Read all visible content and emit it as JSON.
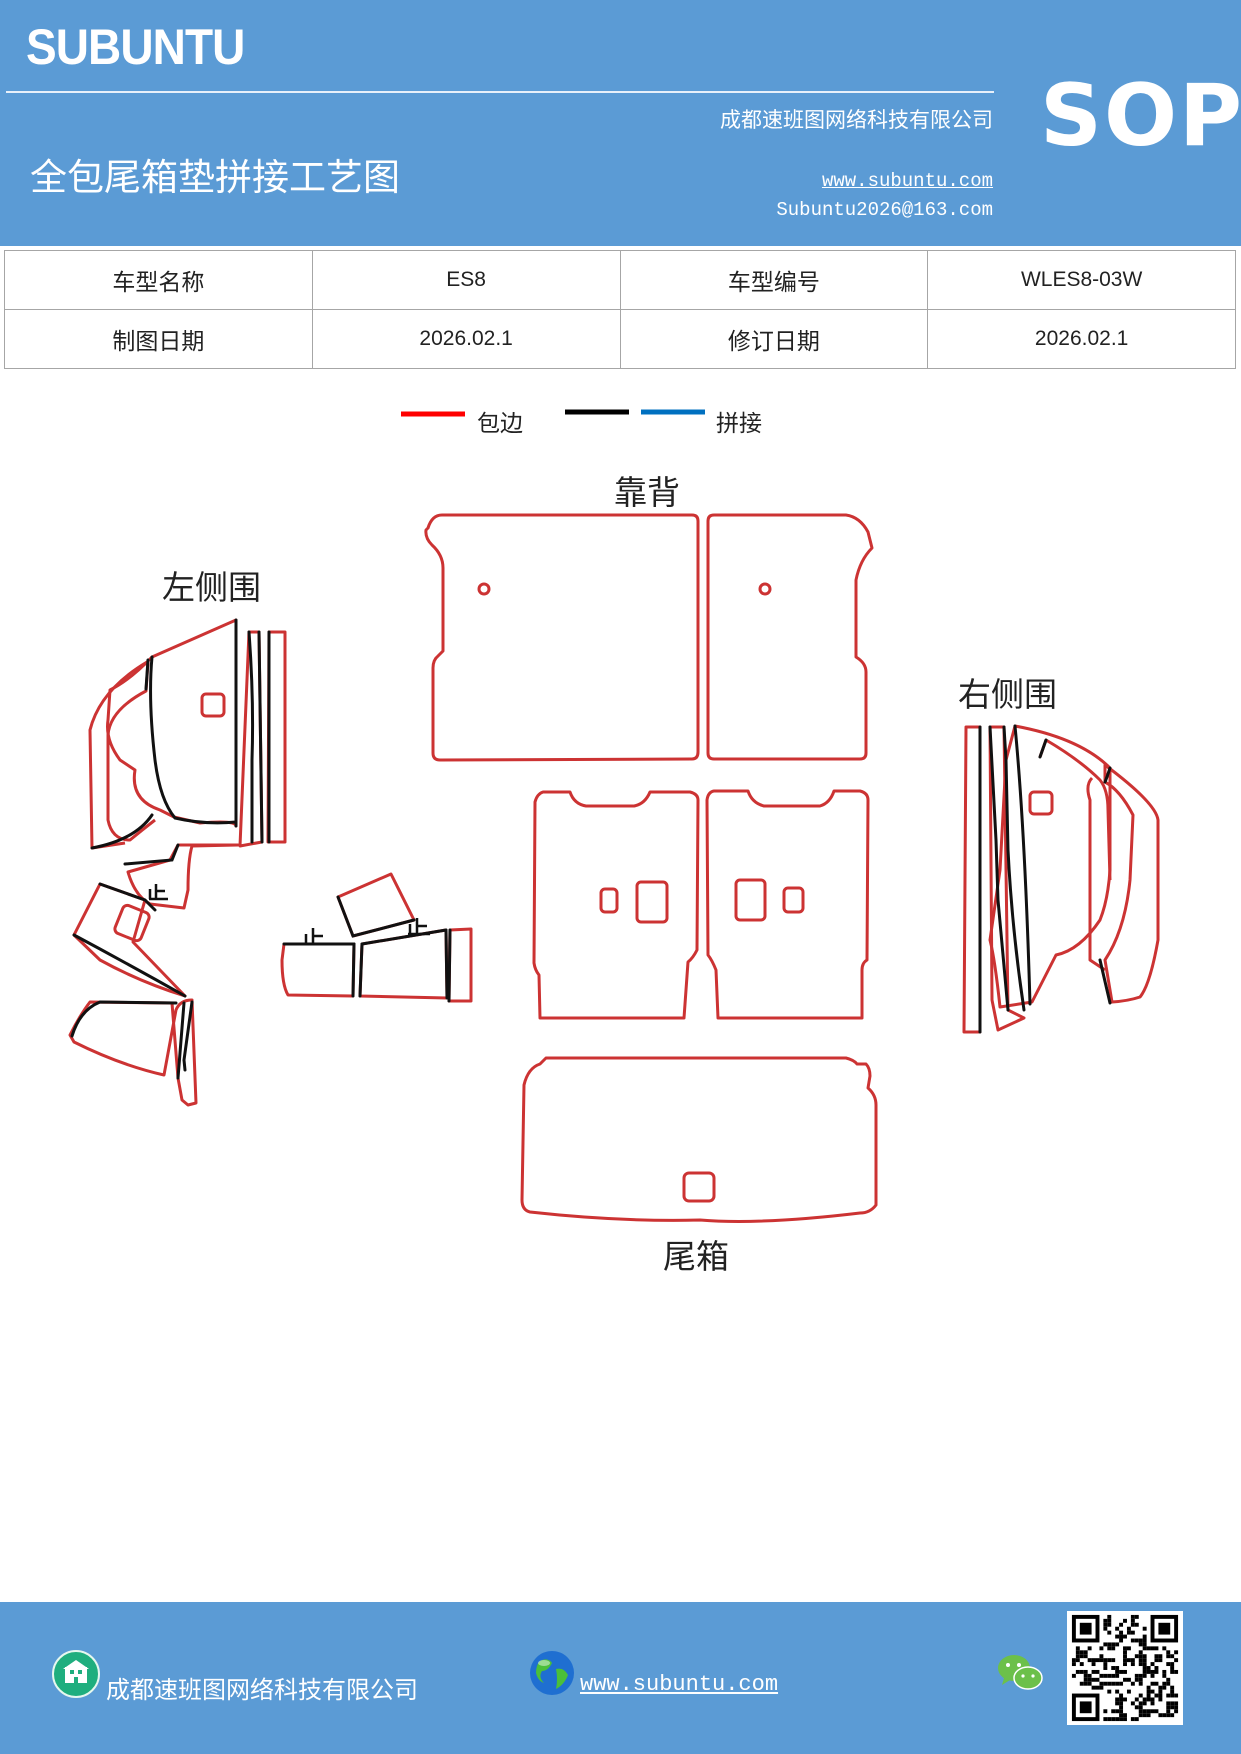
{
  "header": {
    "brand": "SUBUNTU",
    "badge": "SOP",
    "company": "成都速班图网络科技有限公司",
    "title": "全包尾箱垫拼接工艺图",
    "website": "www.subuntu.com",
    "email": "Subuntu2026@163.com",
    "background_color": "#5b9bd5"
  },
  "info_table": {
    "rows": [
      [
        "车型名称",
        "ES8",
        "车型编号",
        "WLES8-03W"
      ],
      [
        "制图日期",
        "2026.02.1",
        "修订日期",
        "2026.02.1"
      ]
    ]
  },
  "legend": {
    "items": [
      {
        "label": "包边",
        "color": "#ff0000"
      },
      {
        "label": "",
        "color": "#000000"
      },
      {
        "label": "拼接",
        "color": "#0070c0"
      }
    ]
  },
  "diagram": {
    "labels": {
      "backrest": "靠背",
      "left_side": "左侧围",
      "right_side": "右侧围",
      "trunk": "尾箱",
      "stop_mark": "止"
    },
    "colors": {
      "edge_binding": "#cc3333",
      "seam": "#111111"
    }
  },
  "footer": {
    "company": "成都速班图网络科技有限公司",
    "website": "www.subuntu.com",
    "icons": [
      "building-icon",
      "globe-icon",
      "wechat-icon",
      "qr-code"
    ]
  }
}
